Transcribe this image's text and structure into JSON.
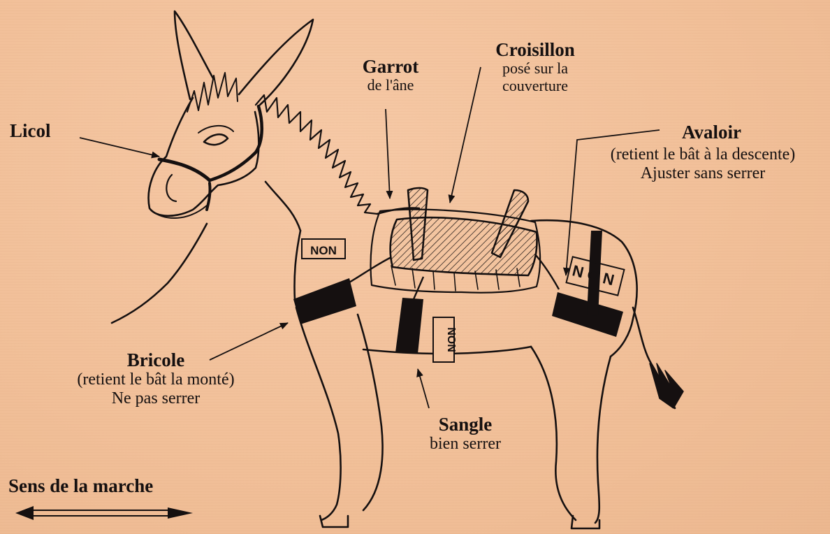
{
  "labels": {
    "licol": {
      "title": "Licol"
    },
    "garrot": {
      "title": "Garrot",
      "desc": "de l'âne"
    },
    "croisillon": {
      "title": "Croisillon",
      "desc1": "posé sur la",
      "desc2": "couverture"
    },
    "avaloir": {
      "title": "Avaloir",
      "desc1": "(retient le bât à la descente)",
      "desc2": "Ajuster sans serrer"
    },
    "bricole": {
      "title": "Bricole",
      "desc1": "(retient le bât  la monté)",
      "desc2": "Ne pas serrer"
    },
    "sangle": {
      "title": "Sangle",
      "desc": "bien serrer"
    },
    "direction": {
      "title": "Sens de la marche"
    }
  },
  "strap_marks": {
    "chest": "NON",
    "belly": "NON",
    "rump": "NON"
  },
  "colors": {
    "paper": "#f3c39e",
    "ink": "#151010"
  }
}
